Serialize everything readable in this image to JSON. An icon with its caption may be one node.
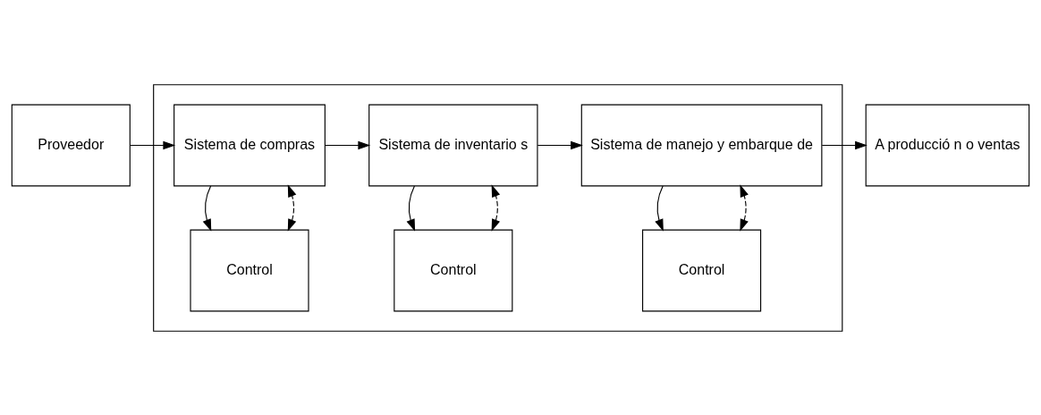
{
  "diagram": {
    "nodes": [
      {
        "text": [],
        "shape": "box"
      },
      {
        "text": [
          "Proveedor"
        ]
      },
      {
        "text": [
          "Sistema de compras"
        ],
        "in": 0
      },
      {
        "text": [
          "Sistema de inventario s"
        ],
        "in": 0
      },
      {
        "text": [
          "Sistema de manejo y embarque de"
        ],
        "in": 0
      },
      {
        "text": [
          "A producció n o ventas"
        ]
      },
      {
        "text": [
          "Control"
        ],
        "in": 0
      },
      {
        "text": [
          "Control"
        ],
        "in": 0
      },
      {
        "text": [
          "Control"
        ],
        "in": 0
      }
    ],
    "edges": [
      {
        "from": 1,
        "to": 2,
        "arrow": "to"
      },
      {
        "from": 2,
        "to": 3,
        "arrow": "to"
      },
      {
        "from": 3,
        "to": 4,
        "arrow": "to"
      },
      {
        "from": 4,
        "to": 5,
        "arrow": "to"
      },
      {
        "from": 6,
        "to": 2,
        "arrow": "both",
        "style": "dashed"
      },
      {
        "from": 2,
        "to": 6,
        "arrow": "to"
      },
      {
        "from": 7,
        "to": 3,
        "arrow": "both",
        "style": "dashed"
      },
      {
        "from": 3,
        "to": 7,
        "arrow": "to"
      },
      {
        "from": 8,
        "to": 4,
        "arrow": "both",
        "style": "dashed"
      },
      {
        "from": 4,
        "to": 8,
        "arrow": "to"
      }
    ]
  }
}
